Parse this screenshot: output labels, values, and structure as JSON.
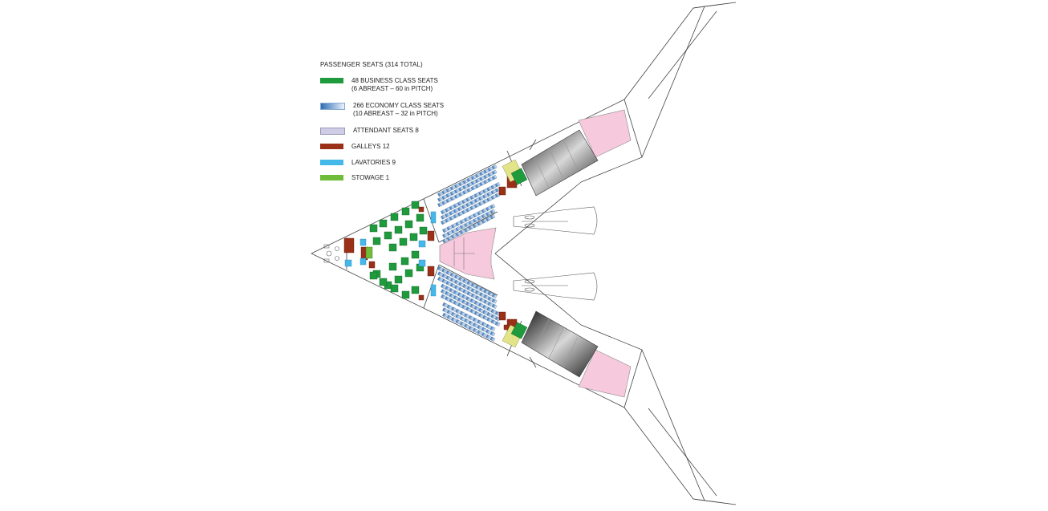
{
  "legend": {
    "title": "PASSENGER SEATS (314 TOTAL)",
    "items": [
      {
        "line1": "48 BUSINESS CLASS SEATS",
        "line2": "(6 ABREAST – 60 in PITCH)",
        "color": "#1f9a3c"
      },
      {
        "line1": "266 ECONOMY CLASS SEATS",
        "line2": "(10 ABREAST – 32 in PITCH)",
        "color": "#2f6db5"
      },
      {
        "line1": "ATTENDANT SEATS 8",
        "line2": "",
        "color": "#cfcde6"
      },
      {
        "line1": "GALLEYS 12",
        "line2": "",
        "color": "#9a3018"
      },
      {
        "line1": "LAVATORIES 9",
        "line2": "",
        "color": "#45b8ea"
      },
      {
        "line1": "STOWAGE 1",
        "line2": "",
        "color": "#6fbb3a"
      }
    ]
  },
  "colors": {
    "business": "#1f9a3c",
    "economy": "#4a8fd0",
    "galley": "#9a3018",
    "lavatory": "#45b8ea",
    "stowage": "#6fbb3a",
    "cargo_pink": "#f7c9dc",
    "attendant": "#cfcde6",
    "crew_yellow": "#e3e38a"
  }
}
